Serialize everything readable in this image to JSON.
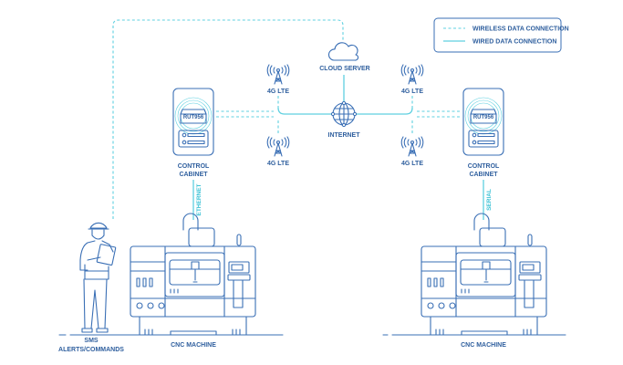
{
  "legend": {
    "wireless": "WIRELESS DATA CONNECTION",
    "wired": "WIRED DATA CONNECTION"
  },
  "nodes": {
    "cloud": "CLOUD SERVER",
    "internet": "INTERNET",
    "lte": "4G LTE",
    "router_model": "RUT956",
    "cabinet_line1": "CONTROL",
    "cabinet_line2": "CABINET",
    "ethernet": "ETHERNET",
    "serial": "SERIAL",
    "cnc": "CNC MACHINE",
    "sms_line1": "SMS",
    "sms_line2": "ALERTS/COMMANDS"
  },
  "colors": {
    "line": "#3a6fb5",
    "connection": "#5fd0e0",
    "text": "#2f5f9e"
  }
}
